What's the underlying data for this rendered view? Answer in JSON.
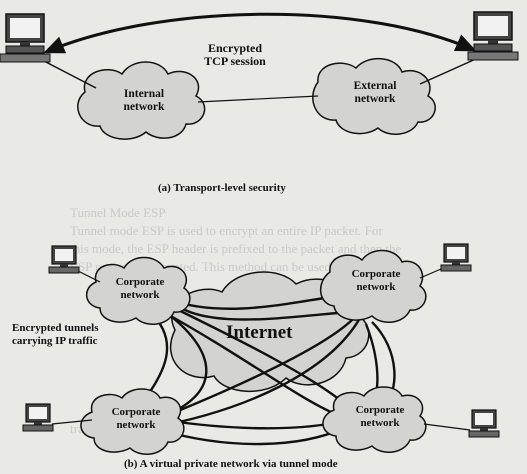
{
  "background_text": [
    "Tunnel Mode ESP",
    "Tunnel mode ESP is used to encrypt an entire IP packet. For",
    "this mode, the ESP header is prefixed to the packet and then the",
    "ESP packet is encrypted. This method can be used to counter traffic",
    "traffic analysis."
  ],
  "diagram_a": {
    "internal_network": "Internal\nnetwork",
    "external_network": "External\nnetwork",
    "session_label": "Encrypted\nTCP session",
    "caption": "(a) Transport-level security"
  },
  "diagram_b": {
    "corporate_network": "Corporate\nnetwork",
    "internet": "Internet",
    "tunnel_label": "Encrypted tunnels\ncarrying IP traffic",
    "caption": "(b) A virtual private network via tunnel mode"
  },
  "colors": {
    "cloud_fill": "#d3d3d1",
    "ink": "#111111"
  }
}
